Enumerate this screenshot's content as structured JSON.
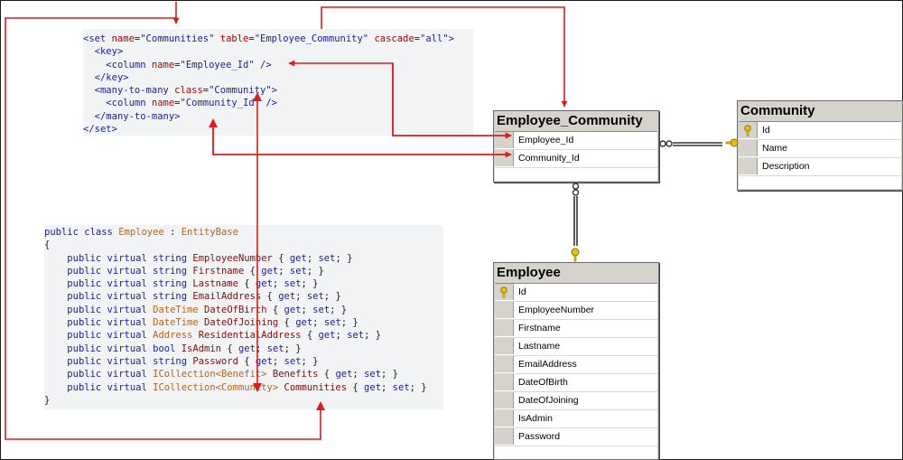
{
  "xml_lines": [
    [
      [
        "tag",
        "<set "
      ],
      [
        "attr",
        "name"
      ],
      [
        "pn",
        "="
      ],
      [
        "val",
        "\"Communities\""
      ],
      [
        "pn",
        " "
      ],
      [
        "attr",
        "table"
      ],
      [
        "pn",
        "="
      ],
      [
        "val",
        "\"Employee_Community\""
      ],
      [
        "pn",
        " "
      ],
      [
        "attr",
        "cascade"
      ],
      [
        "pn",
        "="
      ],
      [
        "val",
        "\"all\""
      ],
      [
        "tag",
        ">"
      ]
    ],
    [
      [
        "pn",
        "  "
      ],
      [
        "tag",
        "<key>"
      ]
    ],
    [
      [
        "pn",
        "    "
      ],
      [
        "tag",
        "<column "
      ],
      [
        "attr",
        "name"
      ],
      [
        "pn",
        "="
      ],
      [
        "val",
        "\"Employee_Id\""
      ],
      [
        "pn",
        " "
      ],
      [
        "tag",
        "/>"
      ]
    ],
    [
      [
        "pn",
        "  "
      ],
      [
        "tag",
        "</key>"
      ]
    ],
    [
      [
        "pn",
        "  "
      ],
      [
        "tag",
        "<many-to-many "
      ],
      [
        "attr",
        "class"
      ],
      [
        "pn",
        "="
      ],
      [
        "val",
        "\"Community\""
      ],
      [
        "tag",
        ">"
      ]
    ],
    [
      [
        "pn",
        "    "
      ],
      [
        "tag",
        "<column "
      ],
      [
        "attr",
        "name"
      ],
      [
        "pn",
        "="
      ],
      [
        "val",
        "\"Community_Id\""
      ],
      [
        "pn",
        " "
      ],
      [
        "tag",
        "/>"
      ]
    ],
    [
      [
        "pn",
        "  "
      ],
      [
        "tag",
        "</many-to-many>"
      ]
    ],
    [
      [
        "tag",
        "</set>"
      ]
    ]
  ],
  "cs_lines": [
    [
      [
        "kw",
        "public class "
      ],
      [
        "typ",
        "Employee"
      ],
      [
        "pn",
        " : "
      ],
      [
        "typ",
        "EntityBase"
      ]
    ],
    [
      [
        "pn",
        "{"
      ]
    ],
    [
      [
        "pn",
        "    "
      ],
      [
        "kw",
        "public virtual string "
      ],
      [
        "id",
        "EmployeeNumber"
      ],
      [
        "pn",
        " { "
      ],
      [
        "kw",
        "get"
      ],
      [
        "pn",
        "; "
      ],
      [
        "kw",
        "set"
      ],
      [
        "pn",
        "; }"
      ]
    ],
    [
      [
        "pn",
        "    "
      ],
      [
        "kw",
        "public virtual string "
      ],
      [
        "id",
        "Firstname"
      ],
      [
        "pn",
        " { "
      ],
      [
        "kw",
        "get"
      ],
      [
        "pn",
        "; "
      ],
      [
        "kw",
        "set"
      ],
      [
        "pn",
        "; }"
      ]
    ],
    [
      [
        "pn",
        "    "
      ],
      [
        "kw",
        "public virtual string "
      ],
      [
        "id",
        "Lastname"
      ],
      [
        "pn",
        " { "
      ],
      [
        "kw",
        "get"
      ],
      [
        "pn",
        "; "
      ],
      [
        "kw",
        "set"
      ],
      [
        "pn",
        "; }"
      ]
    ],
    [
      [
        "pn",
        "    "
      ],
      [
        "kw",
        "public virtual string "
      ],
      [
        "id",
        "EmailAddress"
      ],
      [
        "pn",
        " { "
      ],
      [
        "kw",
        "get"
      ],
      [
        "pn",
        "; "
      ],
      [
        "kw",
        "set"
      ],
      [
        "pn",
        "; }"
      ]
    ],
    [
      [
        "pn",
        "    "
      ],
      [
        "kw",
        "public virtual "
      ],
      [
        "typ",
        "DateTime"
      ],
      [
        "pn",
        " "
      ],
      [
        "id",
        "DateOfBirth"
      ],
      [
        "pn",
        " { "
      ],
      [
        "kw",
        "get"
      ],
      [
        "pn",
        "; "
      ],
      [
        "kw",
        "set"
      ],
      [
        "pn",
        "; }"
      ]
    ],
    [
      [
        "pn",
        "    "
      ],
      [
        "kw",
        "public virtual "
      ],
      [
        "typ",
        "DateTime"
      ],
      [
        "pn",
        " "
      ],
      [
        "id",
        "DateOfJoining"
      ],
      [
        "pn",
        " { "
      ],
      [
        "kw",
        "get"
      ],
      [
        "pn",
        "; "
      ],
      [
        "kw",
        "set"
      ],
      [
        "pn",
        "; }"
      ]
    ],
    [
      [
        "pn",
        "    "
      ],
      [
        "kw",
        "public virtual "
      ],
      [
        "typ",
        "Address"
      ],
      [
        "pn",
        " "
      ],
      [
        "id",
        "ResidentialAddress"
      ],
      [
        "pn",
        " { "
      ],
      [
        "kw",
        "get"
      ],
      [
        "pn",
        "; "
      ],
      [
        "kw",
        "set"
      ],
      [
        "pn",
        "; }"
      ]
    ],
    [
      [
        "pn",
        "    "
      ],
      [
        "kw",
        "public virtual bool "
      ],
      [
        "id",
        "IsAdmin"
      ],
      [
        "pn",
        " { "
      ],
      [
        "kw",
        "get"
      ],
      [
        "pn",
        "; "
      ],
      [
        "kw",
        "set"
      ],
      [
        "pn",
        "; }"
      ]
    ],
    [
      [
        "pn",
        "    "
      ],
      [
        "kw",
        "public virtual string "
      ],
      [
        "id",
        "Password"
      ],
      [
        "pn",
        " { "
      ],
      [
        "kw",
        "get"
      ],
      [
        "pn",
        "; "
      ],
      [
        "kw",
        "set"
      ],
      [
        "pn",
        "; }"
      ]
    ],
    [
      [
        "pn",
        "    "
      ],
      [
        "kw",
        "public virtual "
      ],
      [
        "typ",
        "ICollection<Benefit>"
      ],
      [
        "pn",
        " "
      ],
      [
        "id",
        "Benefits"
      ],
      [
        "pn",
        " { "
      ],
      [
        "kw",
        "get"
      ],
      [
        "pn",
        "; "
      ],
      [
        "kw",
        "set"
      ],
      [
        "pn",
        "; }"
      ]
    ],
    [
      [
        "pn",
        "    "
      ],
      [
        "kw",
        "public virtual "
      ],
      [
        "typ",
        "ICollection<Community>"
      ],
      [
        "pn",
        " "
      ],
      [
        "id",
        "Communities"
      ],
      [
        "pn",
        " { "
      ],
      [
        "kw",
        "get"
      ],
      [
        "pn",
        "; "
      ],
      [
        "kw",
        "set"
      ],
      [
        "pn",
        "; }"
      ]
    ],
    [
      [
        "pn",
        "}"
      ]
    ]
  ],
  "tables": {
    "employee_community": {
      "title": "Employee_Community",
      "columns": [
        {
          "name": "Employee_Id",
          "pk": false
        },
        {
          "name": "Community_Id",
          "pk": false
        }
      ]
    },
    "community": {
      "title": "Community",
      "columns": [
        {
          "name": "Id",
          "pk": true
        },
        {
          "name": "Name",
          "pk": false
        },
        {
          "name": "Description",
          "pk": false
        }
      ]
    },
    "employee": {
      "title": "Employee",
      "columns": [
        {
          "name": "Id",
          "pk": true
        },
        {
          "name": "EmployeeNumber",
          "pk": false
        },
        {
          "name": "Firstname",
          "pk": false
        },
        {
          "name": "Lastname",
          "pk": false
        },
        {
          "name": "EmailAddress",
          "pk": false
        },
        {
          "name": "DateOfBirth",
          "pk": false
        },
        {
          "name": "DateOfJoining",
          "pk": false
        },
        {
          "name": "IsAdmin",
          "pk": false
        },
        {
          "name": "Password",
          "pk": false
        }
      ]
    }
  },
  "colors": {
    "arrow": "#dd1c1c",
    "connector": "#333333",
    "key": "#e8c10c"
  }
}
